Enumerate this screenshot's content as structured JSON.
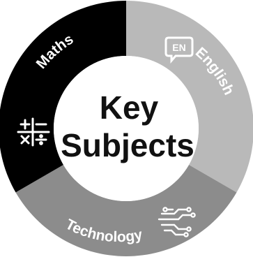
{
  "center": {
    "line1": "Key",
    "line2": "Subjects"
  },
  "segments": [
    {
      "id": "english",
      "label": "English",
      "icon": "speech-bubble-en-icon",
      "icon_text": "EN",
      "color": "#b9b9b9",
      "text_color": "#ffffff"
    },
    {
      "id": "technology",
      "label": "Technology",
      "icon": "circuit-icon",
      "color": "#8c8c8c",
      "text_color": "#ffffff"
    },
    {
      "id": "maths",
      "label": "Maths",
      "icon": "calculator-symbols-icon",
      "color": "#000000",
      "text_color": "#ffffff"
    }
  ]
}
